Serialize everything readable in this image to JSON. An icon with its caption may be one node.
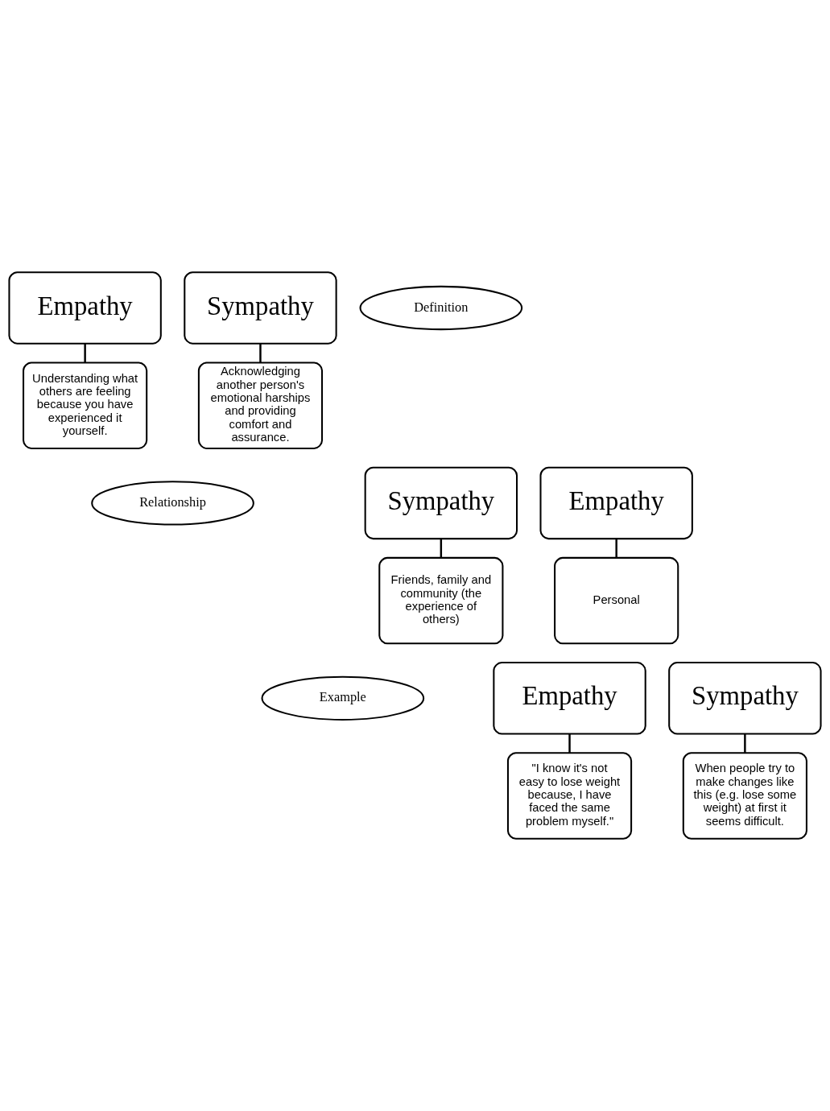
{
  "diagram": {
    "nodes": [
      {
        "text": [
          "Empathy"
        ]
      },
      {
        "text": [
          "Understanding what others are feeling because you have experienced it yourself."
        ]
      },
      {
        "text": [
          "Sympathy"
        ]
      },
      {
        "text": [
          "Acknowledging another person's emotional harships and providing comfort and assurance."
        ]
      },
      {
        "text": [
          "Definition"
        ]
      },
      {
        "text": [
          "Relationship"
        ]
      },
      {
        "text": [
          "Empathy"
        ]
      },
      {
        "text": [
          "Personal"
        ]
      },
      {
        "text": [
          "Sympathy"
        ]
      },
      {
        "text": [
          "Friends, family and community (the experience of others)"
        ]
      },
      {
        "text": [
          "Empathy"
        ]
      },
      {
        "text": [
          "\"I know it's not easy to lose weight because, I have faced the same problem myself.\""
        ]
      },
      {
        "text": [
          "Sympathy"
        ]
      },
      {
        "text": [
          "When people try to make changes like this (e.g. lose some weight) at first it seems difficult."
        ]
      },
      {
        "text": [
          "Example"
        ]
      }
    ],
    "edges": [
      {
        "from": 0,
        "to": 1,
        "arrow": "none"
      },
      {
        "from": 2,
        "to": 3,
        "arrow": "none"
      },
      {
        "from": 6,
        "to": 7,
        "arrow": "none"
      },
      {
        "from": 8,
        "to": 9,
        "arrow": "none"
      },
      {
        "from": 10,
        "to": 11,
        "arrow": "none"
      },
      {
        "from": 12,
        "to": 13,
        "arrow": "none"
      }
    ]
  }
}
